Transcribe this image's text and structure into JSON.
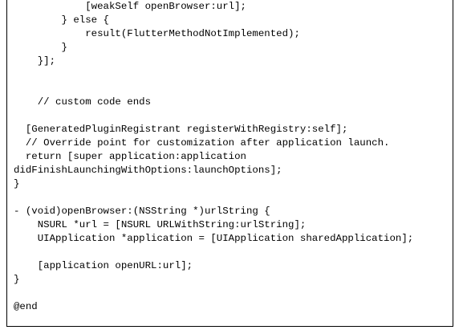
{
  "code": {
    "lines": [
      "            [weakSelf openBrowser:url];",
      "        } else {",
      "            result(FlutterMethodNotImplemented);",
      "        }",
      "    }];",
      "",
      "",
      "    // custom code ends",
      "",
      "  [GeneratedPluginRegistrant registerWithRegistry:self];",
      "  // Override point for customization after application launch.",
      "  return [super application:application",
      "didFinishLaunchingWithOptions:launchOptions];",
      "}",
      "",
      "- (void)openBrowser:(NSString *)urlString {",
      "    NSURL *url = [NSURL URLWithString:urlString];",
      "    UIApplication *application = [UIApplication sharedApplication];",
      "",
      "    [application openURL:url];",
      "}",
      "",
      "@end"
    ]
  }
}
